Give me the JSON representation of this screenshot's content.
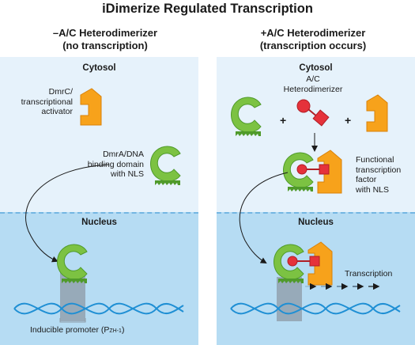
{
  "title": "iDimerize Regulated Transcription",
  "left": {
    "heading": "–A/C Heterodimerizer",
    "subheading": "(no transcription)",
    "cytosol": "Cytosol",
    "nucleus": "Nucleus",
    "dmrc_label": "DmrC/\ntranscriptional\nactivator",
    "dmra_label": "DmrA/DNA\nbinding domain\nwith NLS",
    "promoter_label": "Inducible promoter (P",
    "promoter_sub": "ZH-1",
    "promoter_close": ")"
  },
  "right": {
    "heading": "+A/C Heterodimerizer",
    "subheading": "(transcription occurs)",
    "cytosol": "Cytosol",
    "nucleus": "Nucleus",
    "ac_label": "A/C\nHeterodimerizer",
    "plus": "+",
    "functional_label": "Functional\ntranscription\nfactor\nwith NLS",
    "transcription_label": "Transcription"
  },
  "colors": {
    "green": "#7cc242",
    "green_dark": "#4f9a2a",
    "orange": "#f7a21b",
    "orange_dark": "#d9820a",
    "red": "#e5323b",
    "cytosol_bg": "#e6f2fb",
    "nucleus_bg": "#b6dcf3",
    "dna": "#1f8fd4",
    "promoter_box": "#8c9aa6"
  }
}
